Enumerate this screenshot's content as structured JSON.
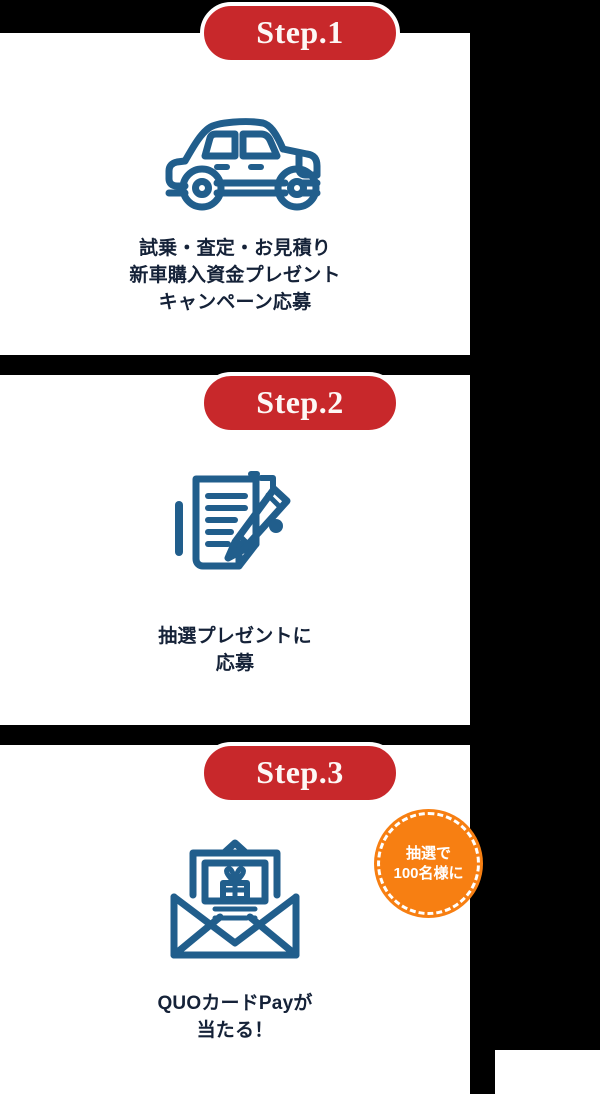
{
  "page": {
    "background_color": "#000000",
    "card_background": "#ffffff",
    "accent_red": "#c8282b",
    "accent_blue": "#215e8c",
    "accent_orange": "#f77f12",
    "text_color": "#152238"
  },
  "steps": [
    {
      "badge_label": "Step.1",
      "icon": "car-icon",
      "caption_lines": [
        "試乗・査定・お見積り",
        "新車購入資金プレゼント",
        "キャンペーン応募"
      ]
    },
    {
      "badge_label": "Step.2",
      "icon": "document-pencil-icon",
      "caption_lines": [
        "抽選プレゼントに",
        "応募"
      ]
    },
    {
      "badge_label": "Step.3",
      "icon": "envelope-gift-icon",
      "caption_lines": [
        "QUOカードPayが",
        "当たる！"
      ],
      "lottery_badge": {
        "lines": [
          "抽選で",
          "100名様に"
        ],
        "color": "#f77f12"
      }
    }
  ]
}
